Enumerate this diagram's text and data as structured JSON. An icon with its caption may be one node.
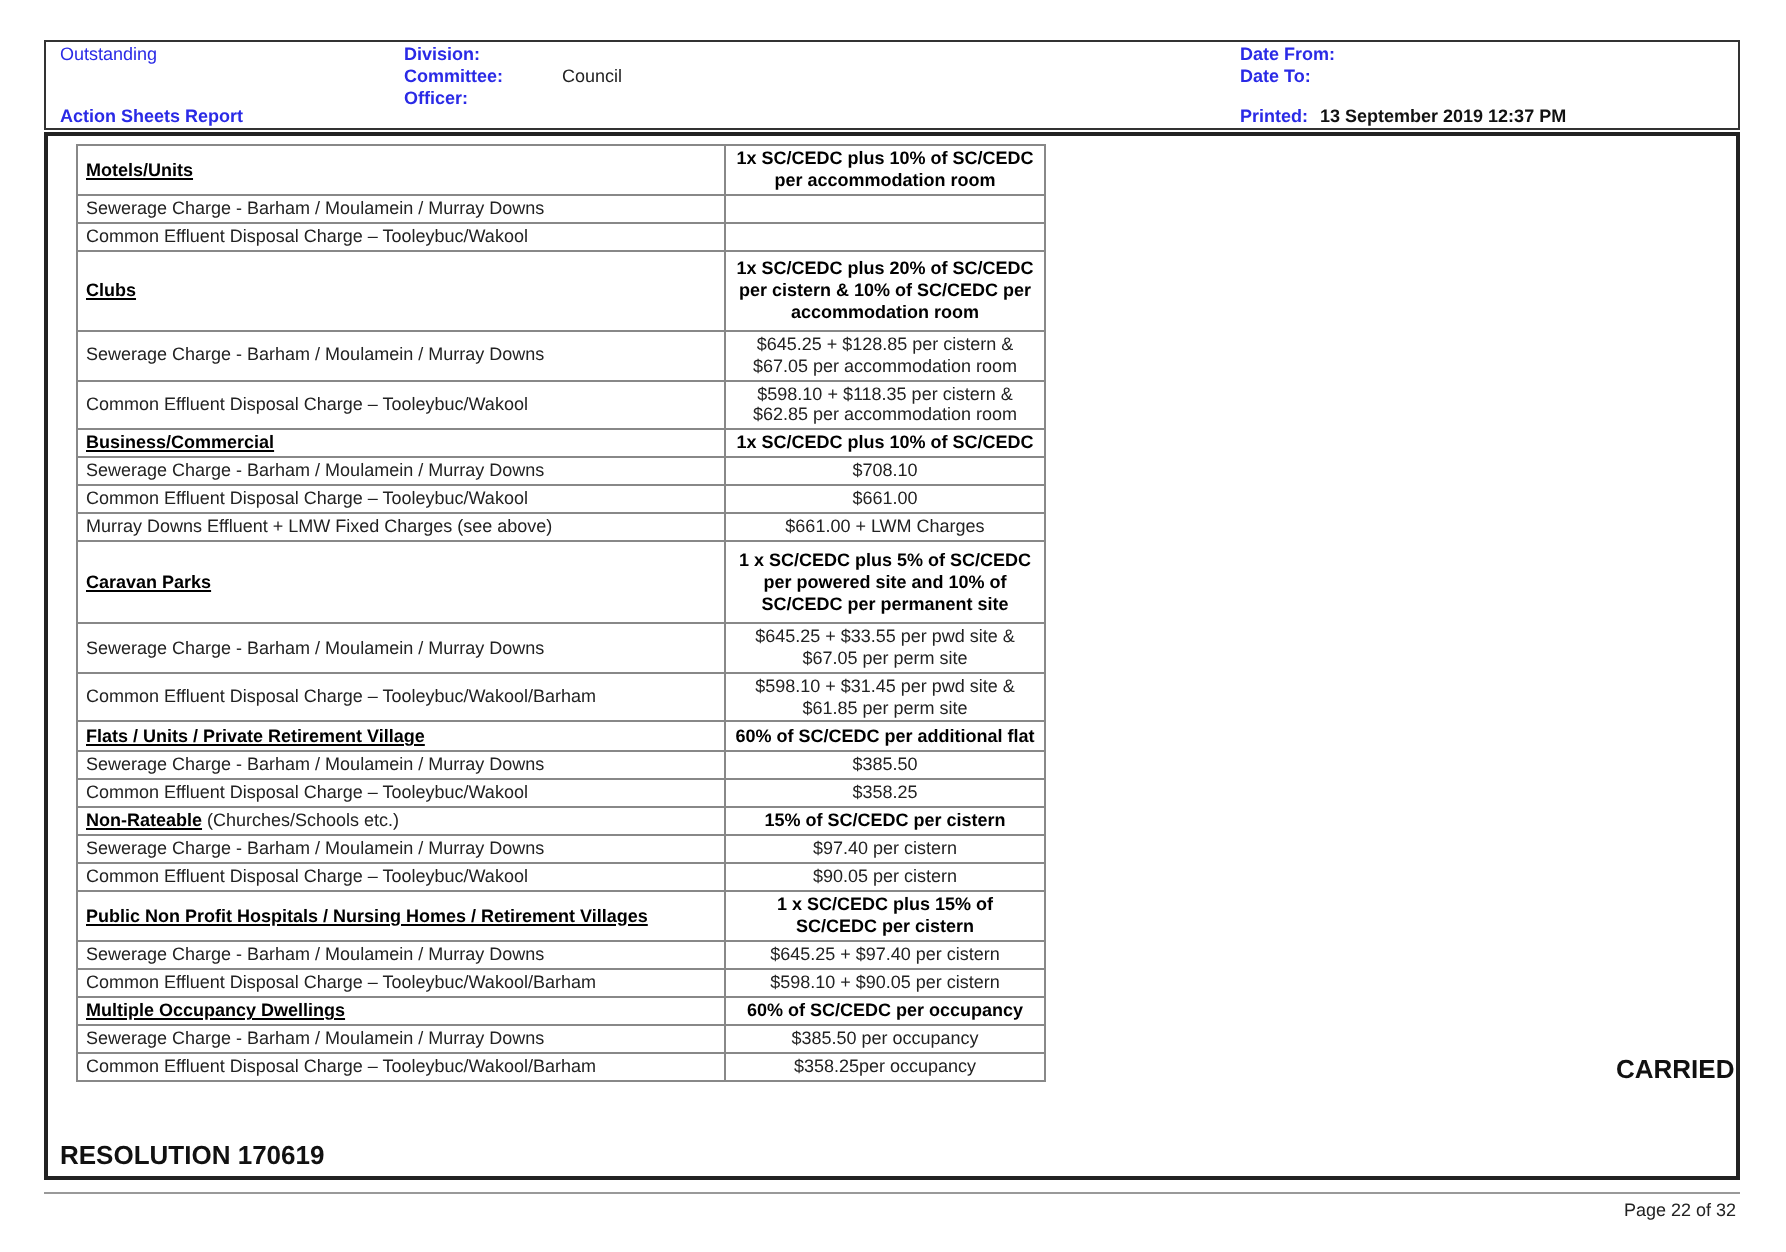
{
  "diagram": {
    "labels": [
      "Outstanding",
      "Division:",
      "Committee:",
      "Council",
      "Officer:",
      "Date From:",
      "Date To:",
      "Action Sheets Report",
      "Printed:",
      "13 September 2019 12:37 PM",
      "Motels/Units",
      "1x SC/CEDC plus 10% of SC/CEDC per accommodation room",
      "Sewerage Charge - Barham / Moulamein / Murray Downs",
      "Common Effluent Disposal Charge – Tooleybuc/Wakool",
      "Clubs",
      "1x SC/CEDC plus 20% of SC/CEDC per cistern & 10% of SC/CEDC per accommodation room",
      "Sewerage Charge - Barham / Moulamein / Murray Downs",
      "$645.25 + $128.85 per cistern & $67.05 per accommodation room",
      "Common Effluent Disposal Charge – Tooleybuc/Wakool",
      "$598.10 + $118.35 per cistern & $62.85 per accommodation room",
      "Business/Commercial",
      "1x SC/CEDC plus 10% of SC/CEDC",
      "Sewerage Charge - Barham / Moulamein / Murray Downs",
      "$708.10",
      "Common Effluent Disposal Charge – Tooleybuc/Wakool",
      "$661.00",
      "Murray Downs Effluent + LMW Fixed Charges (see above)",
      "$661.00 + LWM Charges",
      "Caravan Parks",
      "1 x SC/CEDC plus 5% of SC/CEDC per powered site and 10% of SC/CEDC per permanent site",
      "Sewerage Charge - Barham / Moulamein / Murray Downs",
      "$645.25 + $33.55 per pwd site & $67.05 per perm site",
      "Common Effluent Disposal Charge – Tooleybuc/Wakool/Barham",
      "$598.10 + $31.45 per pwd site & $61.85 per perm site",
      "Flats / Units / Private Retirement Village",
      "60% of SC/CEDC per additional flat",
      "Sewerage Charge - Barham / Moulamein / Murray Downs",
      "$385.50",
      "Common Effluent Disposal Charge – Tooleybuc/Wakool",
      "$358.25",
      "**Non-Rateable** (Churches/Schools etc.)",
      "15% of SC/CEDC per cistern",
      "Sewerage Charge - Barham / Moulamein / Murray Downs",
      "$97.40 per cistern",
      "Common Effluent Disposal Charge – Tooleybuc/Wakool",
      "$90.05 per cistern",
      "Public Non Profit Hospitals / Nursing Homes / Retirement Villages",
      "1 x SC/CEDC plus 15% of SC/CEDC per cistern",
      "Sewerage Charge - Barham / Moulamein / Murray Downs",
      "$645.25 + $97.40 per cistern",
      "Common Effluent Disposal Charge – Tooleybuc/Wakool/Barham",
      "$598.10 + $90.05 per cistern",
      "Multiple Occupancy Dwellings",
      "60% of SC/CEDC per occupancy",
      "Sewerage Charge - Barham / Moulamein / Murray Downs",
      "$385.50 per occupancy",
      "Common Effluent Disposal Charge – Tooleybuc/Wakool/Barham",
      "$358.25per occupancy",
      "CARRIED",
      "RESOLUTION 170619",
      "Page 22 of 32"
    ]
  }
}
